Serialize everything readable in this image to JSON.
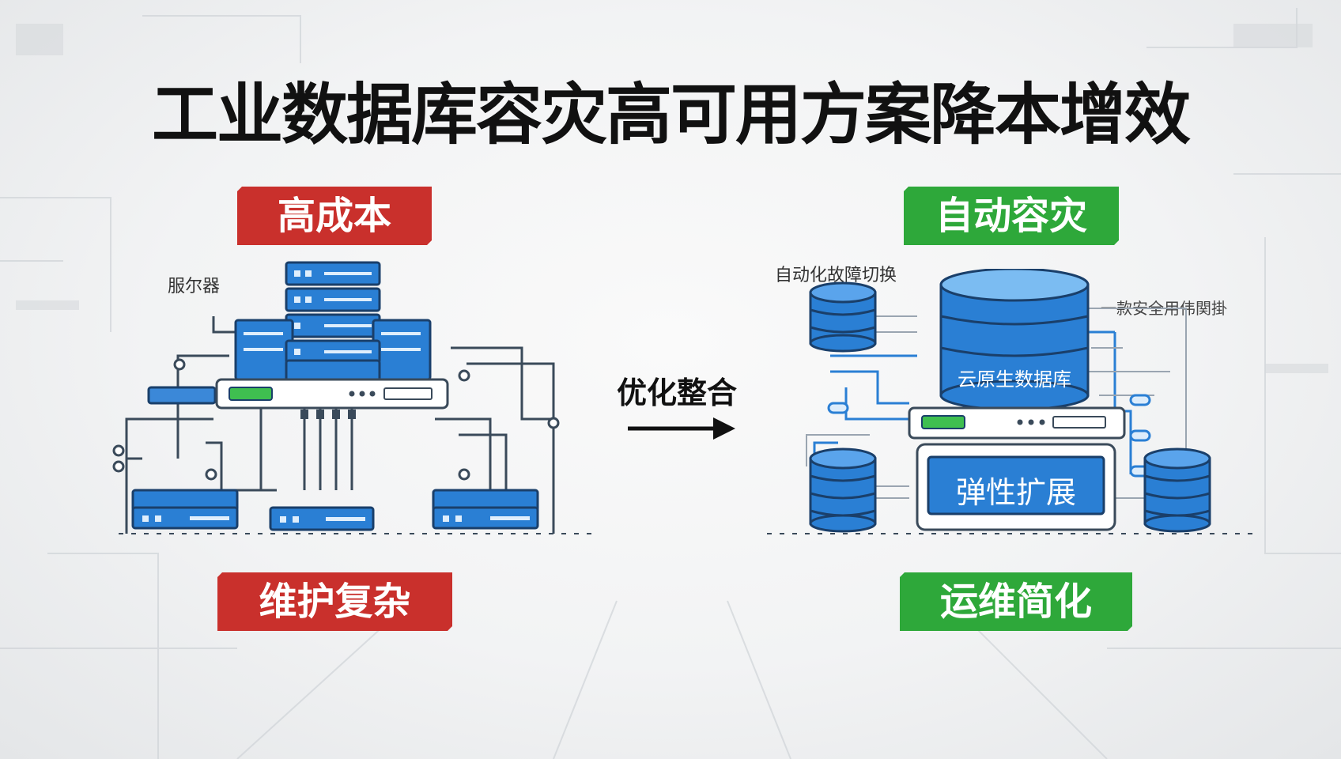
{
  "title": "工业数据库容灾高可用方案降本增效",
  "left": {
    "badge_top": "高成本",
    "badge_bottom": "维护复杂",
    "server_label": "服尔器"
  },
  "middle": {
    "label": "优化整合"
  },
  "right": {
    "badge_top": "自动容灾",
    "badge_bottom": "运维简化",
    "failover_label": "自动化故障切换",
    "side_label": "一款安全用伟関掛",
    "db_label": "云原生数据库",
    "panel_label": "弹性扩展"
  },
  "colors": {
    "red": "#c9302c",
    "green": "#2ea83a",
    "blue": "#2a7fd4",
    "dark_blue": "#1a4f8f"
  }
}
